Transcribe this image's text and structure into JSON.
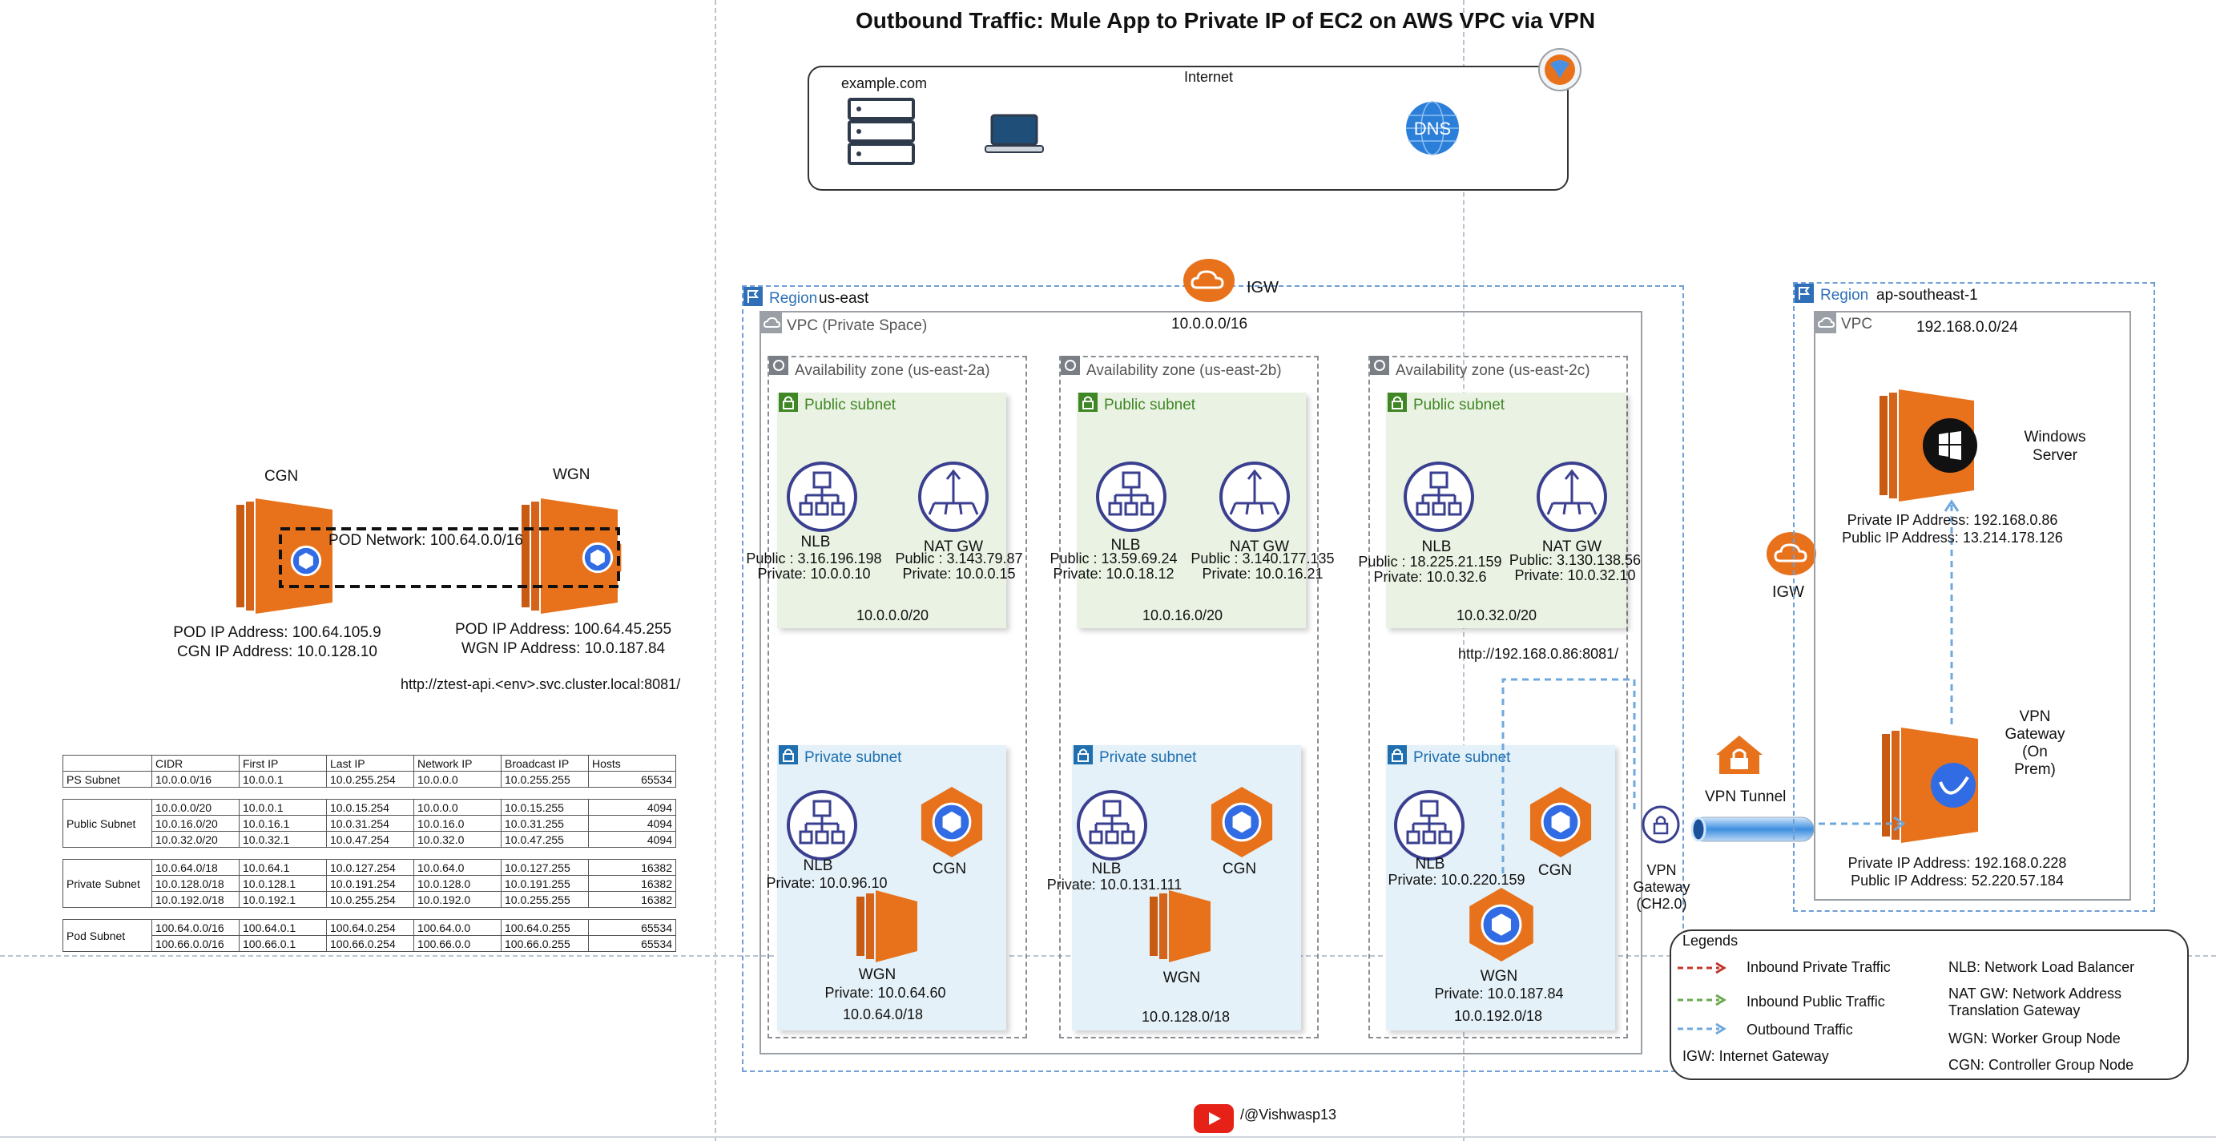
{
  "title": "Outbound Traffic: Mule App to Private IP of EC2 on AWS VPC via VPN",
  "internet": {
    "label": "Internet",
    "server_label": "example.com",
    "dns_label": "DNS"
  },
  "igw_main": "IGW",
  "region_us": {
    "region_word": "Region",
    "name": "us-east",
    "vpc_label": "VPC (Private Space)",
    "cidr": "10.0.0.0/16"
  },
  "az": [
    {
      "label": "Availability zone (us-east-2a)",
      "public_subnet": "Public subnet",
      "private_subnet": "Private subnet",
      "nlb": "NLB",
      "nlb_ips": "Public : 3.16.196.198\nPrivate: 10.0.0.10",
      "natgw": "NAT GW",
      "natgw_ips": "Public : 3.143.79.87\nPrivate: 10.0.0.15",
      "public_cidr": "10.0.0.0/20",
      "priv_nlb": "NLB",
      "priv_nlb_ip": "Private: 10.0.96.10",
      "cgn": "CGN",
      "wgn": "WGN",
      "wgn_ip": "Private: 10.0.64.60",
      "private_cidr": "10.0.64.0/18"
    },
    {
      "label": "Availability zone (us-east-2b)",
      "public_subnet": "Public subnet",
      "private_subnet": "Private subnet",
      "nlb": "NLB",
      "nlb_ips": "Public : 13.59.69.24\nPrivate: 10.0.18.12",
      "natgw": "NAT GW",
      "natgw_ips": "Public : 3.140.177.135\nPrivate: 10.0.16.21",
      "public_cidr": "10.0.16.0/20",
      "priv_nlb": "NLB",
      "priv_nlb_ip": "Private: 10.0.131.111",
      "cgn": "CGN",
      "wgn": "WGN",
      "wgn_ip": "",
      "private_cidr": "10.0.128.0/18"
    },
    {
      "label": "Availability zone (us-east-2c)",
      "public_subnet": "Public subnet",
      "private_subnet": "Private subnet",
      "nlb": "NLB",
      "nlb_ips": "Public : 18.225.21.159\nPrivate: 10.0.32.6",
      "natgw": "NAT GW",
      "natgw_ips": "Public: 3.130.138.56\nPrivate: 10.0.32.10",
      "public_cidr": "10.0.32.0/20",
      "priv_nlb": "NLB",
      "priv_nlb_ip": "Private: 10.0.220.159",
      "cgn": "CGN",
      "wgn": "WGN",
      "wgn_ip": "Private: 10.0.187.84",
      "private_cidr": "10.0.192.0/18"
    }
  ],
  "target_url": "http://192.168.0.86:8081/",
  "vpn_gateway_label": "VPN\nGateway\n(CH2.0)",
  "vpn_tunnel_label": "VPN Tunnel",
  "igw_right": "IGW",
  "region_ap": {
    "region_word": "Region",
    "name": "ap-southeast-1",
    "vpc_label": "VPC",
    "cidr": "192.168.0.0/24",
    "windows_label": "Windows\nServer",
    "windows_ips": "Private IP Address: 192.168.0.86\nPublic IP Address: 13.214.178.126",
    "vpn_onprem_label": "VPN\nGateway\n(On\nPrem)",
    "vpn_onprem_ips": "Private IP Address: 192.168.0.228\nPublic IP Address: 52.220.57.184"
  },
  "pod_network": {
    "cgn_label": "CGN",
    "wgn_label": "WGN",
    "network_label": "POD Network: 100.64.0.0/16",
    "cgn_ips": "POD IP Address: 100.64.105.9\nCGN IP Address: 10.0.128.10",
    "wgn_ips": "POD IP Address: 100.64.45.255\nWGN IP Address: 10.0.187.84",
    "service_url": "http://ztest-api.<env>.svc.cluster.local:8081/"
  },
  "cidr_table": {
    "headers": [
      "",
      "CIDR",
      "First IP",
      "Last IP",
      "Network IP",
      "Broadcast IP",
      "Hosts"
    ],
    "groups": [
      {
        "name": "PS Subnet",
        "rows": [
          [
            "10.0.0.0/16",
            "10.0.0.1",
            "10.0.255.254",
            "10.0.0.0",
            "10.0.255.255",
            "65534"
          ]
        ]
      },
      {
        "name": "Public Subnet",
        "rows": [
          [
            "10.0.0.0/20",
            "10.0.0.1",
            "10.0.15.254",
            "10.0.0.0",
            "10.0.15.255",
            "4094"
          ],
          [
            "10.0.16.0/20",
            "10.0.16.1",
            "10.0.31.254",
            "10.0.16.0",
            "10.0.31.255",
            "4094"
          ],
          [
            "10.0.32.0/20",
            "10.0.32.1",
            "10.0.47.254",
            "10.0.32.0",
            "10.0.47.255",
            "4094"
          ]
        ]
      },
      {
        "name": "Private Subnet",
        "rows": [
          [
            "10.0.64.0/18",
            "10.0.64.1",
            "10.0.127.254",
            "10.0.64.0",
            "10.0.127.255",
            "16382"
          ],
          [
            "10.0.128.0/18",
            "10.0.128.1",
            "10.0.191.254",
            "10.0.128.0",
            "10.0.191.255",
            "16382"
          ],
          [
            "10.0.192.0/18",
            "10.0.192.1",
            "10.0.255.254",
            "10.0.192.0",
            "10.0.255.255",
            "16382"
          ]
        ]
      },
      {
        "name": "Pod Subnet",
        "rows": [
          [
            "100.64.0.0/16",
            "100.64.0.1",
            "100.64.0.254",
            "100.64.0.0",
            "100.64.0.255",
            "65534"
          ],
          [
            "100.66.0.0/16",
            "100.66.0.1",
            "100.66.0.254",
            "100.66.0.0",
            "100.66.0.255",
            "65534"
          ]
        ]
      }
    ]
  },
  "legend": {
    "title": "Legends",
    "inbound_private": "Inbound Private Traffic",
    "inbound_public": "Inbound Public Traffic",
    "outbound": "Outbound Traffic",
    "igw_def": "IGW: Internet Gateway",
    "nlb_def": "NLB: Network Load Balancer",
    "natgw_def": "NAT GW: Network Address\nTranslation Gateway",
    "wgn_def": "WGN: Worker Group Node",
    "cgn_def": "CGN: Controller Group Node",
    "colors": {
      "inbound_private": "#c0392b",
      "inbound_public": "#6aa84f",
      "outbound": "#6fa8dc"
    }
  },
  "footer": {
    "handle": "/@Vishwasp13"
  },
  "colors": {
    "aws_orange": "#e8721c",
    "aws_blue": "#3a3f8f",
    "k8s_blue": "#326ce5",
    "dns_blue": "#2b7fd8"
  }
}
